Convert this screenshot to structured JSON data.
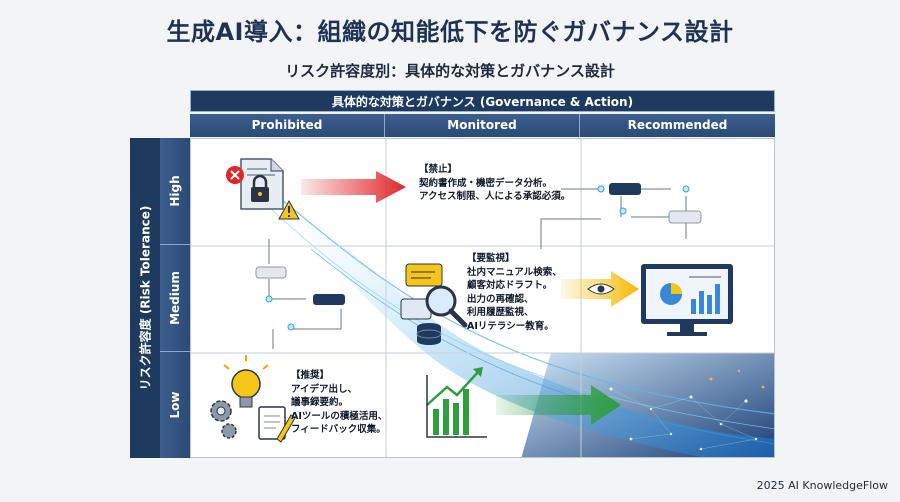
{
  "title": "生成AI導入：組織の知能低下を防ぐガバナンス設計",
  "subtitle": "リスク許容度別：具体的な対策とガバナンス設計",
  "header": "具体的な対策とガバナンス (Governance & Action)",
  "columns": [
    "Prohibited",
    "Monitored",
    "Recommended"
  ],
  "y_axis_label": "リスク許容度 (Risk Tolerance)",
  "rows": [
    "High",
    "Medium",
    "Low"
  ],
  "cells": {
    "high": {
      "heading": "【禁止】",
      "lines": [
        "契約書作成・機密データ分析。",
        "アクセス制限、人による承認必須。"
      ]
    },
    "medium": {
      "heading": "【要監視】",
      "lines": [
        "社内マニュアル検索、",
        "顧客対応ドラフト。",
        "出力の再確認、",
        "利用履歴監視、",
        "AIリテラシー教育。"
      ]
    },
    "low": {
      "heading": "【推奨】",
      "lines": [
        "アイデア出し、",
        "議事録要約。",
        "AIツールの積極活用、",
        "フィードバック収集。"
      ]
    }
  },
  "footer": "2025 AI KnowledgeFlow",
  "colors": {
    "navy": "#1e3a5f",
    "red": "#e0262a",
    "yellow": "#f5c518",
    "green": "#2e9e3e"
  }
}
